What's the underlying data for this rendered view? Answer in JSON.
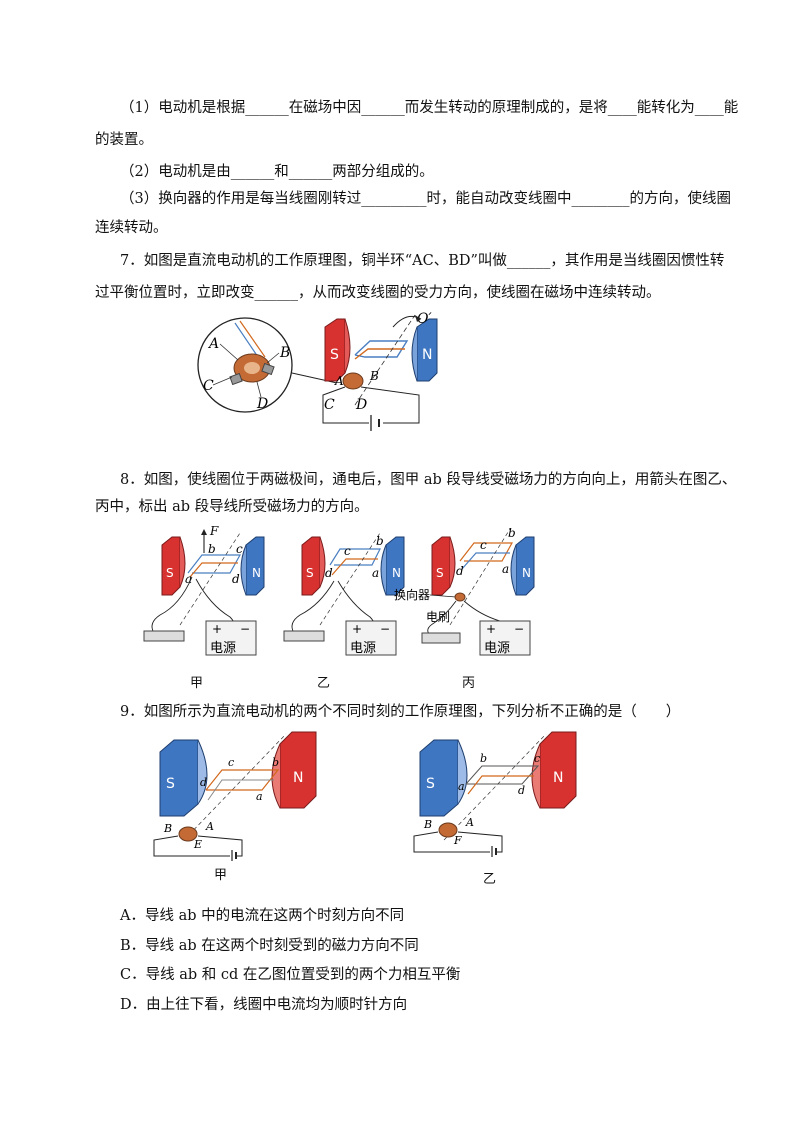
{
  "q6": {
    "l1": "（1）电动机是根据______在磁场中因______而发生转动的原理制成的，是将____能转化为____能",
    "l2": "的装置。",
    "l3": "（2）电动机是由______和______两部分组成的。",
    "l4": "（3）换向器的作用是每当线圈刚转过_________时，能自动改变线圈中________的方向，使线圈",
    "l5": "连续转动。"
  },
  "q7": {
    "l1": "7．如图是直流电动机的工作原理图，铜半环“AC、BD”叫做______，其作用是当线圈因惯性转",
    "l2": "过平衡位置时，立即改变______，从而改变线圈的受力方向，使线圈在磁场中连续转动。",
    "fig": {
      "A": "A",
      "B": "B",
      "C": "C",
      "D": "D",
      "S": "S",
      "N": "N",
      "O": "O′",
      "A2": "A",
      "B2": "B",
      "C2": "C",
      "D2": "D"
    }
  },
  "q8": {
    "l1": "8．如图，使线圈位于两磁极间，通电后，图甲 ab 段导线受磁场力的方向向上，用箭头在图乙、",
    "l2": "丙中，标出 ab 段导线所受磁场力的方向。",
    "fig": {
      "F": "F",
      "jia": {
        "S": "S",
        "N": "N",
        "a": "a",
        "b": "b",
        "c": "c",
        "d": "d",
        "plus": "+",
        "minus": "−",
        "src": "电源"
      },
      "yi": {
        "S": "S",
        "N": "N",
        "a": "a",
        "b": "b",
        "c": "c",
        "d": "d",
        "plus": "+",
        "minus": "−",
        "src": "电源"
      },
      "bing": {
        "S": "S",
        "N": "N",
        "a": "a",
        "b": "b",
        "c": "c",
        "d": "d",
        "plus": "+",
        "minus": "−",
        "src": "电源",
        "commutator": "换向器",
        "brush": "电刷"
      }
    },
    "captions": [
      "甲",
      "乙",
      "丙"
    ]
  },
  "q9": {
    "l1": "9．如图所示为直流电动机的两个不同时刻的工作原理图，下列分析不正确的是（　　）",
    "fig": {
      "jia": {
        "S": "S",
        "N": "N",
        "a": "a",
        "b": "b",
        "c": "c",
        "d": "d",
        "A": "A",
        "B": "B",
        "E": "E"
      },
      "yi": {
        "S": "S",
        "N": "N",
        "a": "a",
        "b": "b",
        "c": "c",
        "d": "d",
        "A": "A",
        "B": "B",
        "F": "F"
      }
    },
    "captions": [
      "甲",
      "乙"
    ],
    "options": [
      "A．导线 ab 中的电流在这两个时刻方向不同",
      "B．导线 ab 在这两个时刻受到的磁力方向不同",
      "C．导线 ab 和 cd 在乙图位置受到的两个力相互平衡",
      "D．由上往下看，线圈中电流均为顺时针方向"
    ]
  }
}
